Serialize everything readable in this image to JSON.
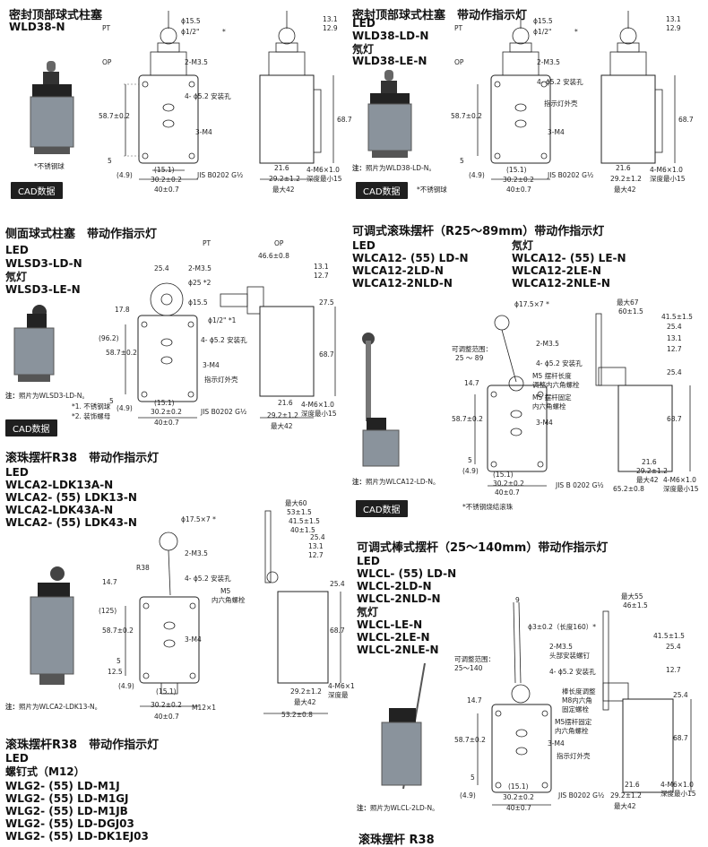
{
  "s1": {
    "title": "密封顶部球式柱塞",
    "models": [
      "WLD38-N"
    ],
    "note": "*不锈钢球",
    "cad": "CAD数据",
    "dims": [
      "PT",
      "OP",
      "ϕ15.5",
      "ϕ1/2\"",
      "*",
      "2-M3.5",
      "4- ϕ5.2 安装孔",
      "58.7±0.2",
      "3-M4",
      "5",
      "(4.9)",
      "(15.1)",
      "30.2±0.2",
      "40±0.7",
      "13.1",
      "12.9",
      "68.7",
      "JIS B0202 G½",
      "21.6",
      "29.2±1.2",
      "最大42",
      "4-M6×1.0",
      "深度最小15"
    ]
  },
  "s2": {
    "title": "密封顶部球式柱塞　带动作指示灯",
    "led": "LED",
    "led_model": "WLD38-LD-N",
    "neon": "氖灯",
    "neon_model": "WLD38-LE-N",
    "photo_note_label": "注：",
    "photo_note": "照片为WLD38-LD-N。",
    "note": "*不锈钢球",
    "cad": "CAD数据",
    "dims": [
      "PT",
      "OP",
      "ϕ15.5",
      "ϕ1/2\"",
      "*",
      "2-M3.5",
      "4- ϕ5.2 安装孔",
      "58.7±0.2",
      "指示灯外壳",
      "3-M4",
      "5",
      "(4.9)",
      "(15.1)",
      "30.2±0.2",
      "40±0.7",
      "13.1",
      "12.9",
      "68.7",
      "JIS B0202 G½",
      "21.6",
      "29.2±1.2",
      "最大42",
      "4-M6×1.0",
      "深度最小15"
    ]
  },
  "s3": {
    "title": "侧面球式柱塞　带动作指示灯",
    "led": "LED",
    "led_model": "WLSD3-LD-N",
    "neon": "氖灯",
    "neon_model": "WLSD3-LE-N",
    "photo_note_label": "注：",
    "photo_note": "照片为WLSD3-LD-N。",
    "notes": [
      "*1. 不锈钢球",
      "*2. 装饰螺母"
    ],
    "cad": "CAD数据",
    "dims": [
      "PT",
      "OP",
      "25.4",
      "2-M3.5",
      "ϕ25 *2",
      "ϕ15.5",
      "17.8",
      "ϕ1/2\" *1",
      "(96.2)",
      "58.7±0.2",
      "4- ϕ5.2 安装孔",
      "3-M4",
      "指示灯外壳",
      "5",
      "(4.9)",
      "(15.1)",
      "30.2±0.2",
      "40±0.7",
      "46.6±0.8",
      "13.1",
      "12.7",
      "27.5",
      "68.7",
      "JIS B0202 G½",
      "21.6",
      "29.2±1.2",
      "最大42",
      "4-M6×1.0",
      "深度最小15"
    ]
  },
  "s4": {
    "title": "可调式滚珠摆杆（R25～89mm）带动作指示灯",
    "led": "LED",
    "led_models": [
      "WLCA12- (55) LD-N",
      "WLCA12-2LD-N",
      "WLCA12-2NLD-N"
    ],
    "neon": "氖灯",
    "neon_models": [
      "WLCA12- (55) LE-N",
      "WLCA12-2LE-N",
      "WLCA12-2NLE-N"
    ],
    "photo_note_label": "注：",
    "photo_note": "照片为WLCA12-LD-N。",
    "note": "*不锈钢烧结滚珠",
    "cad": "CAD数据",
    "dims": [
      "ϕ17.5×7 *",
      "可调整范围：",
      "25 ～ 89",
      "2-M3.5",
      "4- ϕ5.2 安装孔",
      "M5 摆杆长度",
      "调整内六角螺栓",
      "M5 摆杆固定",
      "内六角螺栓",
      "14.7",
      "58.7±0.2",
      "3-M4",
      "5",
      "(4.9)",
      "(15.1)",
      "30.2±0.2",
      "40±0.7",
      "最大67",
      "60±1.5",
      "41.5±1.5",
      "25.4",
      "13.1",
      "12.7",
      "25.4",
      "68.7",
      "JIS B 0202 G½",
      "21.6",
      "29.2±1.2",
      "最大42",
      "65.2±0.8",
      "4-M6×1.0",
      "深度最小15"
    ]
  },
  "s5": {
    "title": "滚珠摆杆R38　带动作指示灯",
    "led": "LED",
    "led_models": [
      "WLCA2-LDK13A-N",
      "WLCA2- (55) LDK13-N",
      "WLCA2-LDK43A-N",
      "WLCA2- (55) LDK43-N"
    ],
    "photo_note_label": "注：",
    "photo_note": "照片为WLCA2-LDK13-N。",
    "dims": [
      "ϕ17.5×7 *",
      "R38",
      "2-M3.5",
      "4- ϕ5.2 安装孔",
      "14.7",
      "(125)",
      "58.7±0.2",
      "3-M4",
      "5",
      "12.5",
      "(4.9)",
      "(15.1)",
      "30.2±0.2",
      "40±0.7",
      "M12×1",
      "最大60",
      "53±1.5",
      "41.5±1.5",
      "40±1.5",
      "25.4",
      "13.1",
      "12.7",
      "M5",
      "内六角螺栓",
      "25.4",
      "68.7",
      "4-M6×1",
      "深度最",
      "29.2±1.2",
      "最大42",
      "53.2±0.8"
    ]
  },
  "s6": {
    "title": "可调式棒式摆杆（25～140mm）带动作指示灯",
    "led": "LED",
    "led_models": [
      "WLCL- (55) LD-N",
      "WLCL-2LD-N",
      "WLCL-2NLD-N"
    ],
    "neon": "氖灯",
    "neon_models": [
      "WLCL-LE-N",
      "WLCL-2LE-N",
      "WLCL-2NLE-N"
    ],
    "photo_note_label": "注：",
    "photo_note": "照片为WLCL-2LD-N。",
    "dims": [
      "9",
      "ϕ3±0.2（长度160）*",
      "可调整范围：",
      "25～140",
      "2-M3.5",
      "头部安装螺钉",
      "4- ϕ5.2 安装孔",
      "棒长度调整",
      "M8内六角",
      "固定螺栓",
      "M5摆杆固定",
      "内六角螺栓",
      "14.7",
      "58.7±0.2",
      "3-M4",
      "指示灯外壳",
      "5",
      "(4.9)",
      "(15.1)",
      "30.2±0.2",
      "40±0.7",
      "最大55",
      "46±1.5",
      "41.5±1.5",
      "25.4",
      "12.7",
      "25.4",
      "68.7",
      "JIS B0202 G½",
      "21.6",
      "29.2±1.2",
      "最大42",
      "4-M6×1.0",
      "深度最小15"
    ]
  },
  "s7": {
    "title": "滚珠摆杆R38　带动作指示灯",
    "led": "LED",
    "sub": "螺钉式（M12）",
    "models": [
      "WLG2- (55) LD-M1J",
      "WLG2- (55) LD-M1GJ",
      "WLG2- (55) LD-M1JB",
      "WLG2- (55) LD-DGJ03",
      "WLG2- (55) LD-DK1EJ03"
    ]
  },
  "s8": {
    "title": "滚珠摆杆 R38"
  }
}
